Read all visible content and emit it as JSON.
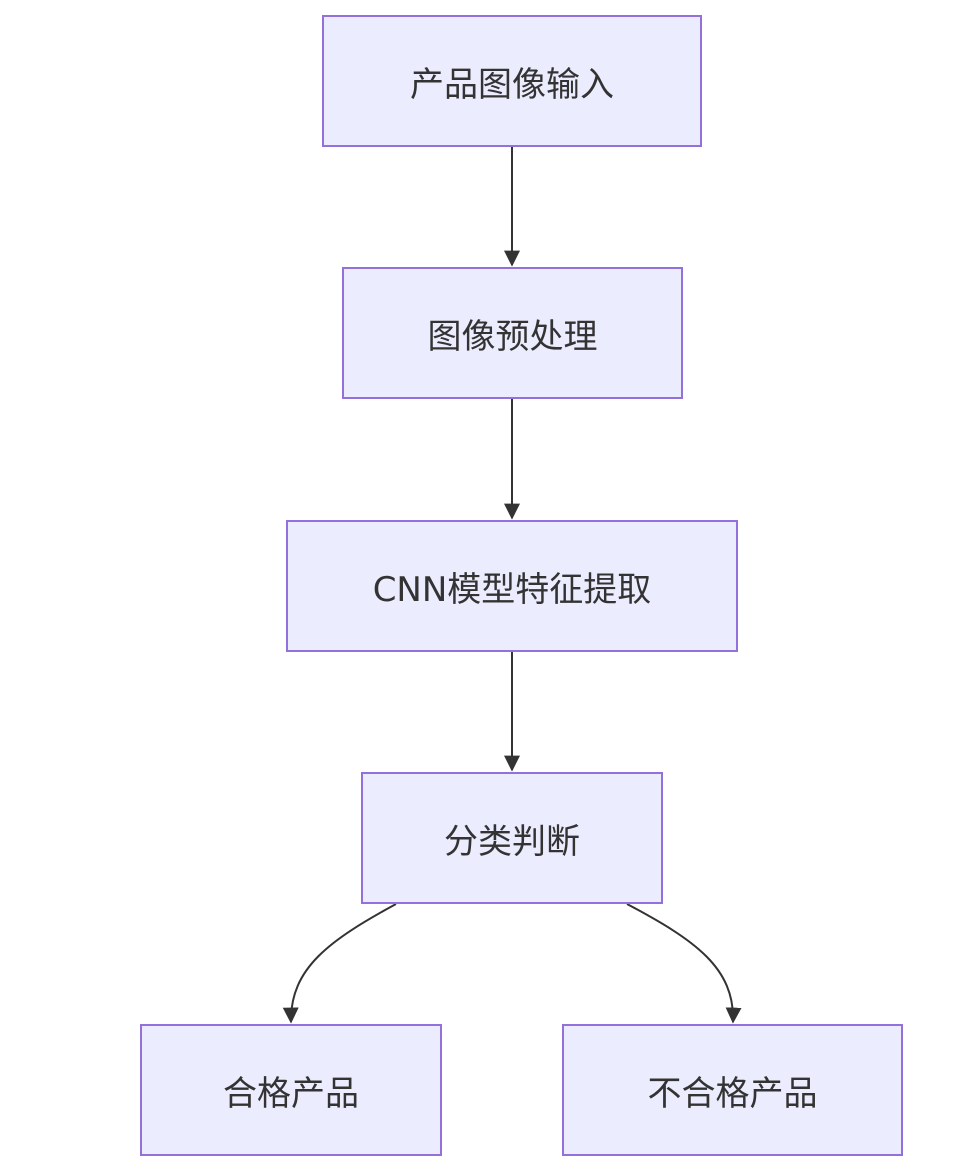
{
  "nodes": {
    "input": "产品图像输入",
    "preprocess": "图像预处理",
    "cnn": "CNN模型特征提取",
    "classify": "分类判断",
    "pass": "合格产品",
    "fail": "不合格产品"
  },
  "edges": [
    {
      "from": "产品图像输入",
      "to": "图像预处理"
    },
    {
      "from": "图像预处理",
      "to": "CNN模型特征提取"
    },
    {
      "from": "CNN模型特征提取",
      "to": "分类判断"
    },
    {
      "from": "分类判断",
      "to": "合格产品"
    },
    {
      "from": "分类判断",
      "to": "不合格产品"
    }
  ],
  "colors": {
    "node_fill": "#ececff",
    "node_border": "#9370db",
    "edge": "#333333",
    "text": "#333333"
  }
}
